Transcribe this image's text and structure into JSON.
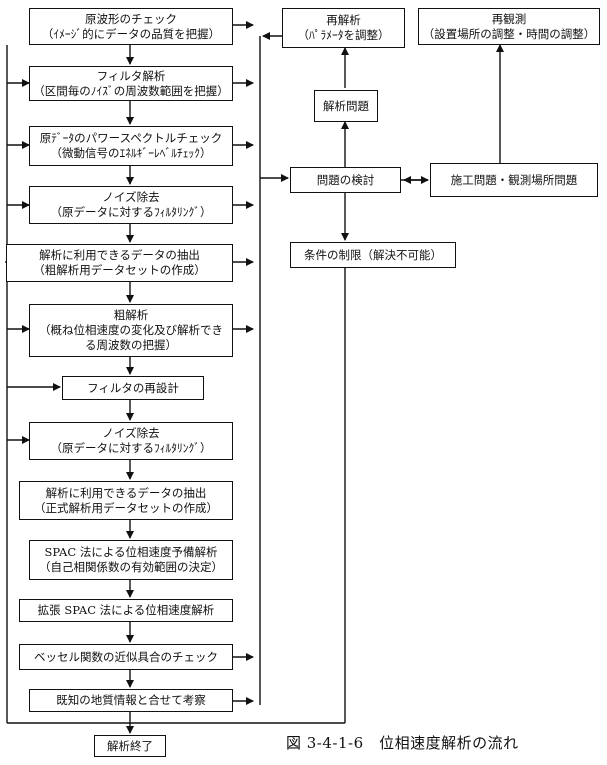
{
  "flow": {
    "s1": [
      "原波形のチェック",
      "（ｲﾒｰｼﾞ的にデータの品質を把握）"
    ],
    "s2": [
      "フィルタ解析",
      "（区間毎のﾉｲｽﾞの周波数範囲を把握）"
    ],
    "s3": [
      "原ﾃﾞｰﾀのパワースペクトルチェック",
      "（微動信号のｴﾈﾙｷﾞｰﾚﾍﾞﾙﾁｪｯｸ）"
    ],
    "s4": [
      "ノイズ除去",
      "（原データに対するﾌｨﾙﾀﾘﾝｸﾞ）"
    ],
    "s5": [
      "解析に利用できるデータの抽出",
      "（粗解析用データセットの作成）"
    ],
    "s6": [
      "粗解析",
      "（概ね位相速度の変化及び解析でき",
      "る周波数の把握）"
    ],
    "s7": [
      "フィルタの再設計"
    ],
    "s8": [
      "ノイズ除去",
      "（原データに対するﾌｨﾙﾀﾘﾝｸﾞ）"
    ],
    "s9": [
      "解析に利用できるデータの抽出",
      "（正式解析用データセットの作成）"
    ],
    "s10": [
      "SPAC 法による位相速度予備解析",
      "（自己相関係数の有効範囲の決定）"
    ],
    "s11": [
      "拡張 SPAC 法による位相速度解析"
    ],
    "s12": [
      "ベッセル関数の近似具合のチェック"
    ],
    "s13": [
      "既知の地質情報と合せて考察"
    ],
    "s14": [
      "解析終了"
    ]
  },
  "side": {
    "reanalysis": [
      "再解析",
      "（ﾊﾟﾗﾒｰﾀを調整）"
    ],
    "reobserve": [
      "再観測",
      "（設置場所の調整・時間の調整）"
    ],
    "analysis_problem": "解析問題",
    "review": "問題の検討",
    "construction_problem": "施工問題・観測場所問題",
    "limitation": "条件の制限（解決不可能）"
  },
  "caption": "図 3-4-1-6　位相速度解析の流れ"
}
